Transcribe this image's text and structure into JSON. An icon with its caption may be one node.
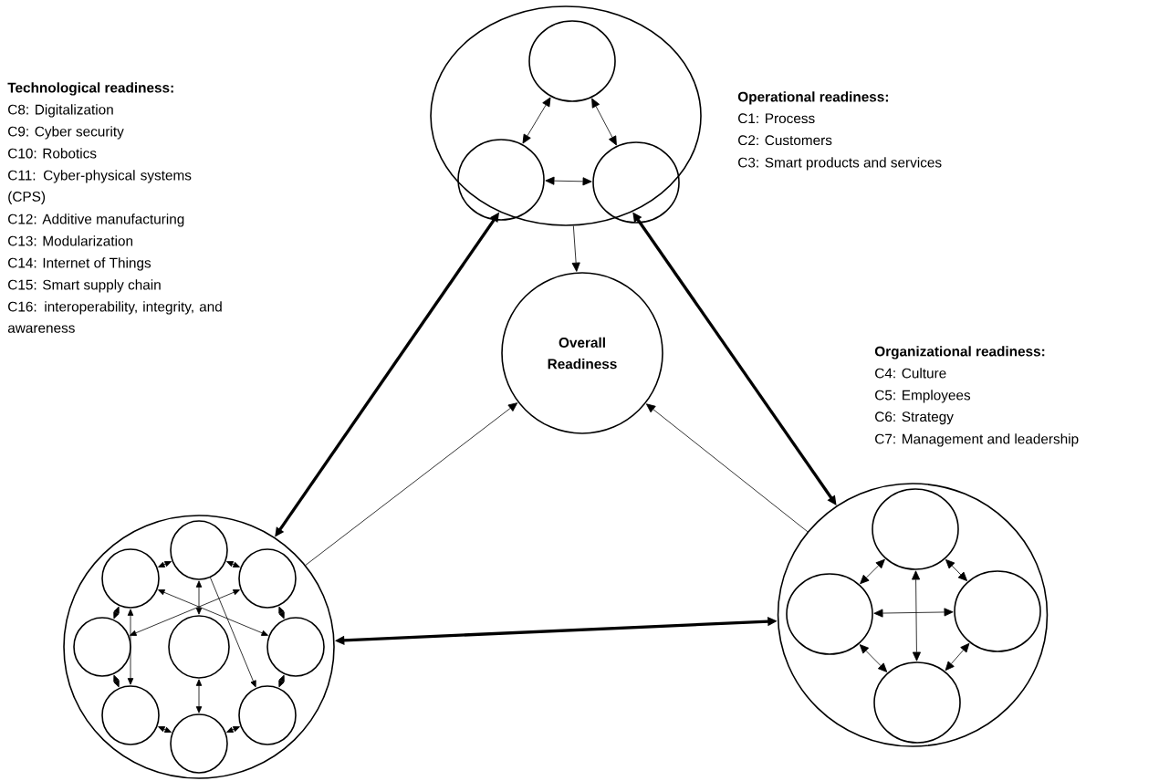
{
  "diagram": {
    "nodes": [
      {
        "text": [],
        "shape": "circle"
      },
      {
        "text": [],
        "shape": "circle",
        "in": 0
      },
      {
        "text": [],
        "shape": "circle",
        "in": 0
      },
      {
        "text": [],
        "shape": "circle",
        "in": 0
      },
      {
        "text": [
          "Overall Readiness"
        ]
      },
      {
        "text": [],
        "shape": "circle"
      },
      {
        "text": [],
        "shape": "circle",
        "in": 5
      },
      {
        "text": [],
        "shape": "circle",
        "in": 5
      },
      {
        "text": [],
        "shape": "circle",
        "in": 5
      },
      {
        "text": [],
        "shape": "circle",
        "in": 5
      },
      {
        "text": [],
        "shape": "circle",
        "in": 5
      },
      {
        "text": [],
        "shape": "circle",
        "in": 5
      },
      {
        "text": [],
        "shape": "circle",
        "in": 5
      },
      {
        "text": [],
        "shape": "circle",
        "in": 5
      },
      {
        "text": [],
        "shape": "circle",
        "in": 5
      },
      {
        "text": [],
        "shape": "circle"
      },
      {
        "text": [],
        "shape": "circle",
        "in": 15
      },
      {
        "text": [],
        "shape": "circle",
        "in": 15
      },
      {
        "text": [],
        "shape": "circle",
        "in": 15
      },
      {
        "text": [],
        "shape": "circle",
        "in": 15
      }
    ],
    "edges": [
      {
        "from": 0,
        "to": 5,
        "arrow": "both",
        "style": "thick"
      },
      {
        "from": 0,
        "to": 15,
        "arrow": "both",
        "style": "thick"
      },
      {
        "from": 5,
        "to": 15,
        "arrow": "both",
        "style": "thick"
      },
      {
        "from": 0,
        "to": 4,
        "arrow": "to"
      },
      {
        "from": 5,
        "to": 4,
        "arrow": "to"
      },
      {
        "from": 15,
        "to": 4,
        "arrow": "to"
      },
      {
        "from": 1,
        "to": 2,
        "arrow": "both"
      },
      {
        "from": 1,
        "to": 3,
        "arrow": "both"
      },
      {
        "from": 2,
        "to": 3,
        "arrow": "both"
      },
      {
        "from": 6,
        "to": 8,
        "arrow": "both"
      },
      {
        "from": 8,
        "to": 11,
        "arrow": "both"
      },
      {
        "from": 11,
        "to": 14,
        "arrow": "both"
      },
      {
        "from": 14,
        "to": 13,
        "arrow": "both"
      },
      {
        "from": 13,
        "to": 12,
        "arrow": "both"
      },
      {
        "from": 12,
        "to": 9,
        "arrow": "both"
      },
      {
        "from": 9,
        "to": 7,
        "arrow": "both"
      },
      {
        "from": 7,
        "to": 6,
        "arrow": "both"
      },
      {
        "from": 7,
        "to": 12,
        "arrow": "both"
      },
      {
        "from": 8,
        "to": 9,
        "arrow": "both"
      },
      {
        "from": 6,
        "to": 14,
        "arrow": "to"
      },
      {
        "from": 10,
        "to": 6,
        "arrow": "both"
      },
      {
        "from": 10,
        "to": 13,
        "arrow": "both"
      },
      {
        "from": 7,
        "to": 11,
        "arrow": "both"
      },
      {
        "from": 16,
        "to": 17,
        "arrow": "both"
      },
      {
        "from": 16,
        "to": 18,
        "arrow": "both"
      },
      {
        "from": 17,
        "to": 19,
        "arrow": "both"
      },
      {
        "from": 18,
        "to": 19,
        "arrow": "both"
      },
      {
        "from": 17,
        "to": 18,
        "arrow": "both"
      },
      {
        "from": 16,
        "to": 19,
        "arrow": "both"
      }
    ],
    "labels": [
      "Technological readiness:",
      "C8: Digitalization",
      "C9: Cyber security",
      "C10: Robotics",
      "C11: Cyber-physical systems (CPS)",
      "C12: Additive manufacturing",
      "C13: Modularization",
      "C14: Internet of Things",
      "C15: Smart supply chain",
      "C16: interoperability, integrity, and awareness",
      "Operational readiness:",
      "C1: Process",
      "C2: Customers",
      "C3: Smart products and services",
      "Organizational readiness:",
      "C4: Culture",
      "C5: Employees",
      "C6: Strategy",
      "C7: Management and leadership"
    ]
  }
}
